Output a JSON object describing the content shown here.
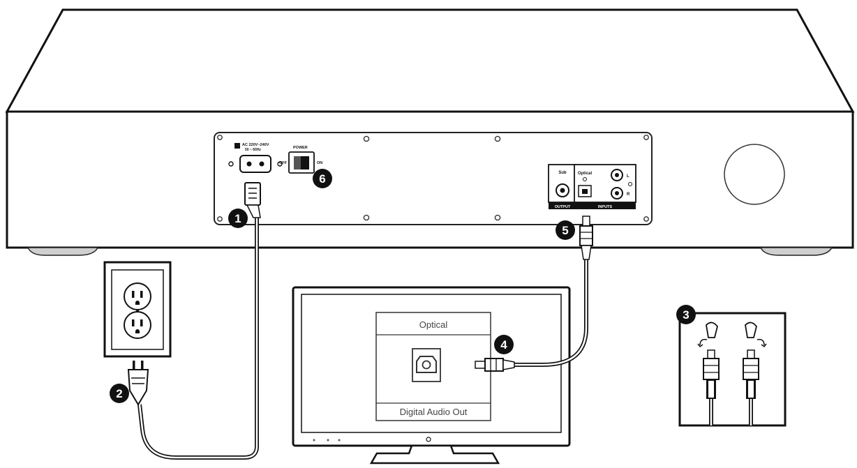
{
  "unit": {
    "voltage": "AC 220V~240V",
    "freq": "50 ~ 60Hz",
    "power_label": "POWER",
    "on": "ON",
    "off": "OFF",
    "sub": "Sub",
    "optical": "Optical",
    "left": "L",
    "right": "R",
    "output": "OUTPUT",
    "inputs": "INPUTS"
  },
  "tv": {
    "panel_top": "Optical",
    "panel_bottom": "Digital Audio Out"
  },
  "badges": [
    "1",
    "2",
    "3",
    "4",
    "5",
    "6"
  ]
}
